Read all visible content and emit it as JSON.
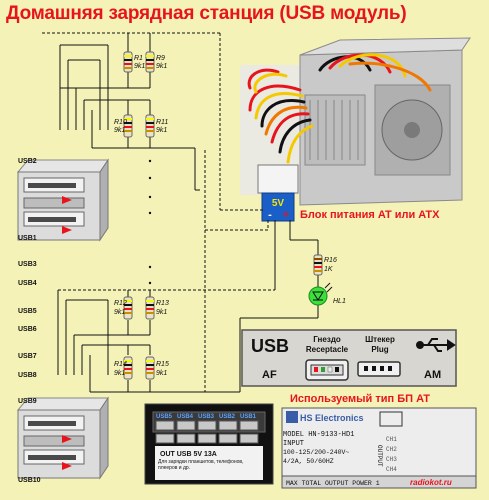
{
  "title": "Домашняя зарядная станция (USB модуль)",
  "usb_labels": [
    "USB2",
    "USB1",
    "USB3",
    "USB4",
    "USB5",
    "USB6",
    "USB7",
    "USB8",
    "USB9",
    "USB10"
  ],
  "resistors": [
    {
      "name": "R1",
      "value": "9k1"
    },
    {
      "name": "R9",
      "value": "9k1"
    },
    {
      "name": "R10",
      "value": "9k1"
    },
    {
      "name": "R11",
      "value": "9k1"
    },
    {
      "name": "R12",
      "value": "9k1"
    },
    {
      "name": "R13",
      "value": "9k1"
    },
    {
      "name": "R14",
      "value": "9k1"
    },
    {
      "name": "R15",
      "value": "9k1"
    },
    {
      "name": "R16",
      "value": "1K"
    }
  ],
  "led_label": "HL1",
  "psu_voltage": "5V",
  "psu_minus": "-",
  "psu_plus": "+",
  "psu_label": "Блок питания AT или ATX",
  "legend": {
    "usb": "USB",
    "receptacle_title": "Гнездо",
    "receptacle_sub": "Receptacle",
    "plug_title": "Штекер",
    "plug_sub": "Plug",
    "af": "AF",
    "am": "AM"
  },
  "psu_type_label": "Используемый тип БП AT",
  "module_photo": {
    "port_labels": [
      "USB5",
      "USB4",
      "USB3",
      "USB2",
      "USB1"
    ],
    "out_text": "OUT  USB  5V  13A",
    "caption": "Для зарядки планшетов, телефонов, плееров и др."
  },
  "psu_sticker": {
    "brand": "HS Electronics",
    "model": "MODEL HN-9133-HD1",
    "input": "INPUT",
    "input_values": "100-125/200-240V~",
    "input_values2": "4/2A, 50/60HZ",
    "output": "OUTPUT",
    "footer": "MAX TOTAL OUTPUT POWER 1",
    "watermark": "radiokot.ru"
  },
  "colors": {
    "background": "#f4f2b7",
    "title": "#e8141c",
    "wire": "#111111",
    "legend_bg": "#d7d6d0",
    "psu_bg": "#c9c9c9"
  }
}
